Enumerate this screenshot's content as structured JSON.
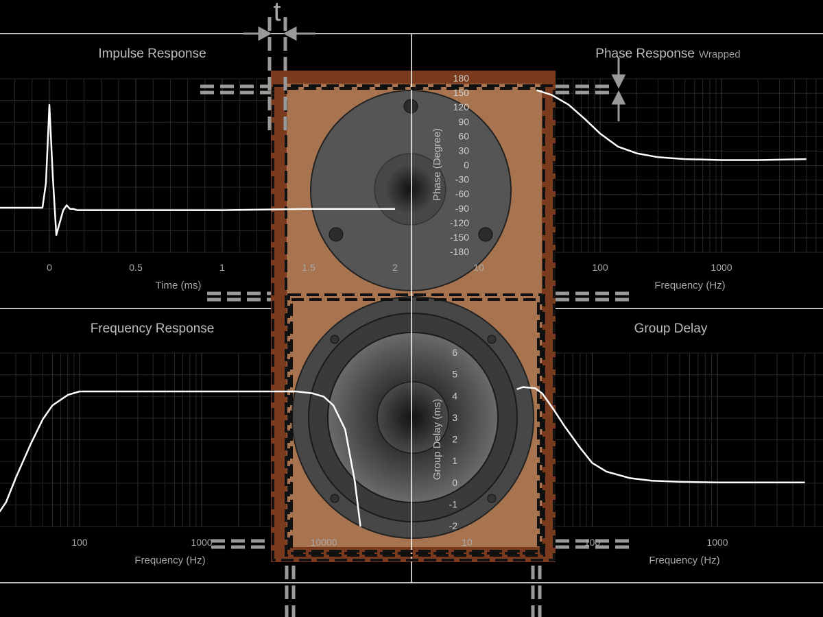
{
  "colors": {
    "background": "#000000",
    "curve": "#ffffff",
    "grid": "#2a2a2a",
    "divider": "#ffffff",
    "cabinet_frame": "#7a3a1e",
    "cabinet_panel": "#b98a63",
    "dimension_marks": "#9a9a9a"
  },
  "dimension": {
    "t_label": "t"
  },
  "chart_data": [
    {
      "type": "line",
      "panel": "top-left",
      "title": "Impulse Response",
      "xlabel": "Time (ms)",
      "ylabel": "",
      "xlim": [
        -0.55,
        2.0
      ],
      "ylim": [
        -0.6,
        1.0
      ],
      "xticks": [
        "0",
        "0.5",
        "1",
        "1.5",
        "2"
      ],
      "grid": true,
      "series": [
        {
          "x": [
            -0.55,
            -0.04,
            -0.02,
            0.0,
            0.02,
            0.04,
            0.06,
            0.08,
            0.1,
            0.12,
            0.14,
            0.16,
            0.2,
            0.3,
            0.5,
            1.0,
            1.5,
            2.0
          ],
          "values": [
            0.0,
            0.0,
            0.2,
            0.83,
            0.25,
            -0.22,
            -0.12,
            -0.02,
            0.02,
            -0.01,
            -0.01,
            -0.02,
            -0.02,
            -0.02,
            -0.02,
            -0.02,
            -0.01,
            -0.01
          ]
        }
      ]
    },
    {
      "type": "line",
      "panel": "top-right",
      "title": "Phase Response",
      "title_suffix": "Wrapped",
      "xlabel": "Frequency (Hz)",
      "ylabel": "Phase (Degree)",
      "xscale": "log",
      "xlim": [
        10,
        5000
      ],
      "ylim": [
        -180,
        180
      ],
      "xticks": [
        "10",
        "100",
        "1000"
      ],
      "yticks": [
        "180",
        "150",
        "120",
        "90",
        "60",
        "30",
        "0",
        "-30",
        "-60",
        "-90",
        "-120",
        "-150",
        "-180"
      ],
      "grid": true,
      "series": [
        {
          "x": [
            30,
            40,
            55,
            75,
            100,
            140,
            200,
            300,
            500,
            1000,
            2000,
            5000
          ],
          "values": [
            155,
            145,
            125,
            95,
            65,
            38,
            24,
            16,
            12,
            10,
            10,
            12
          ]
        }
      ]
    },
    {
      "type": "line",
      "panel": "bottom-left",
      "title": "Frequency Response",
      "xlabel": "Frequency (Hz)",
      "ylabel": "",
      "xscale": "log",
      "xlim": [
        20,
        40000
      ],
      "ylim": [
        -40,
        10
      ],
      "xticks": [
        "100",
        "1000",
        "10000"
      ],
      "grid": true,
      "series": [
        {
          "x": [
            20,
            25,
            30,
            40,
            50,
            60,
            80,
            100,
            200,
            500,
            1000,
            3000,
            6000,
            8000,
            10000,
            12000,
            15000,
            18000,
            20000
          ],
          "values": [
            -38,
            -33,
            -26,
            -16,
            -9,
            -5,
            -2,
            -1,
            -1,
            -1,
            -1,
            -1,
            -1,
            -1.5,
            -2.5,
            -5,
            -12,
            -27,
            -40
          ]
        }
      ]
    },
    {
      "type": "line",
      "panel": "bottom-right",
      "title": "Group Delay",
      "xlabel": "Frequency (Hz)",
      "ylabel": "Group Delay (ms)",
      "xscale": "log",
      "xlim": [
        10,
        5000
      ],
      "ylim": [
        -2,
        6
      ],
      "xticks": [
        "10",
        "100",
        "1000"
      ],
      "yticks": [
        "6",
        "5",
        "4",
        "3",
        "2",
        "1",
        "0",
        "-1",
        "-2"
      ],
      "grid": true,
      "series": [
        {
          "x": [
            25,
            28,
            35,
            40,
            50,
            60,
            80,
            100,
            130,
            200,
            300,
            500,
            1000,
            2000,
            5000
          ],
          "values": [
            4.3,
            4.4,
            4.35,
            4.1,
            3.3,
            2.6,
            1.6,
            0.9,
            0.5,
            0.2,
            0.08,
            0.03,
            0.0,
            0.0,
            0.0
          ]
        }
      ]
    }
  ]
}
